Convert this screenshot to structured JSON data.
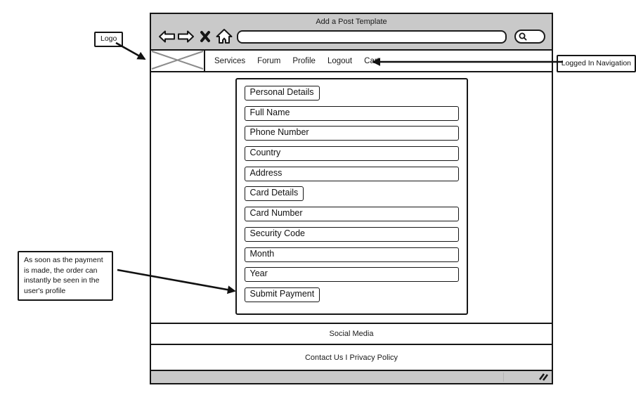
{
  "window": {
    "title": "Add a Post Template",
    "toolbar": {
      "icons": [
        "back-arrow",
        "forward-arrow",
        "close-x",
        "home"
      ],
      "url_value": "",
      "search_icon": "magnifier"
    }
  },
  "nav": {
    "items": [
      "Services",
      "Forum",
      "Profile",
      "Logout",
      "Cart"
    ]
  },
  "form": {
    "fields": [
      {
        "kind": "section-heading",
        "label": "Personal Details"
      },
      {
        "kind": "input",
        "label": "Full Name"
      },
      {
        "kind": "input",
        "label": "Phone Number"
      },
      {
        "kind": "input",
        "label": "Country"
      },
      {
        "kind": "input",
        "label": "Address"
      },
      {
        "kind": "section-heading",
        "label": "Card Details"
      },
      {
        "kind": "input",
        "label": "Card Number"
      },
      {
        "kind": "input",
        "label": "Security Code"
      },
      {
        "kind": "input",
        "label": "Month"
      },
      {
        "kind": "input",
        "label": "Year"
      },
      {
        "kind": "button",
        "label": "Submit Payment"
      }
    ]
  },
  "footer": {
    "social_label": "Social Media",
    "links_label": "Contact Us I Privacy Policy"
  },
  "annotations": {
    "logo_label": "Logo",
    "nav_label": "Logged In Navigation",
    "payment_note": "As soon as the payment is made, the order can instantly be seen in the user's profile"
  },
  "colors": {
    "chrome_gray": "#c9c9c9",
    "border_black": "#161616",
    "logo_x_gray": "#8c8c8c",
    "background": "#ffffff"
  }
}
